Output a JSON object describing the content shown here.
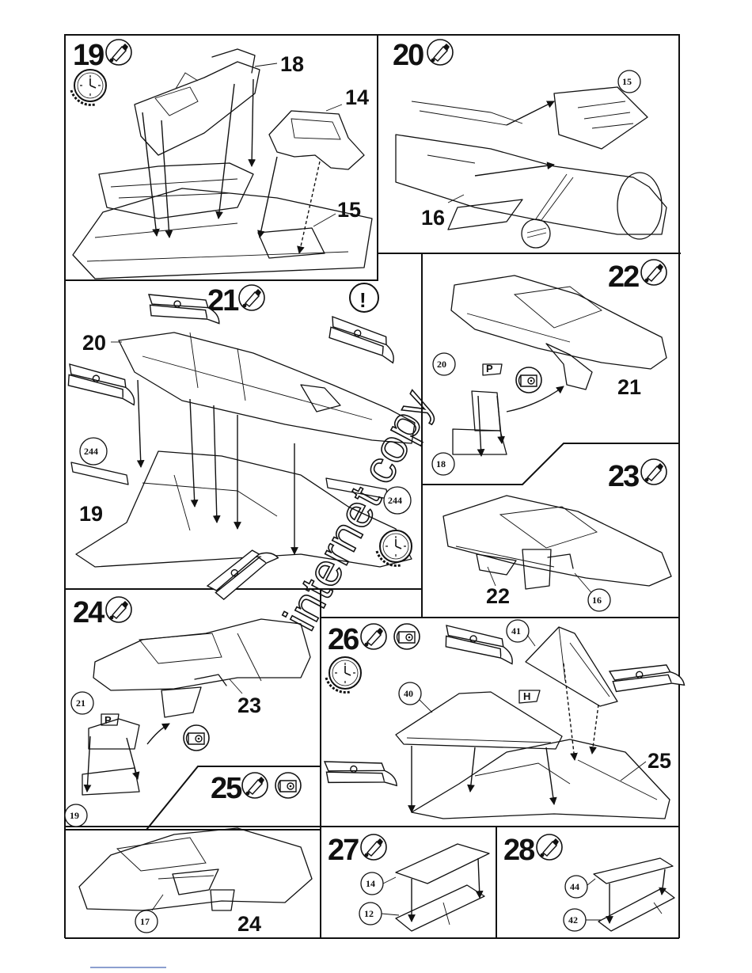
{
  "steps": {
    "s19": {
      "number": "19",
      "parts": {
        "a": "18",
        "b": "14",
        "c": "15"
      }
    },
    "s20": {
      "number": "20",
      "parts": {
        "a": "15",
        "b": "16"
      }
    },
    "s21": {
      "number": "21",
      "parts": {
        "a": "20",
        "b": "244",
        "c": "19",
        "d": "244"
      }
    },
    "s22": {
      "number": "22",
      "parts": {
        "a": "20",
        "b": "21",
        "c": "18"
      },
      "flag": "P"
    },
    "s23": {
      "number": "23",
      "parts": {
        "a": "22",
        "b": "16"
      }
    },
    "s24": {
      "number": "24",
      "parts": {
        "a": "23",
        "b": "21",
        "c": "19"
      },
      "flag": "P"
    },
    "s25": {
      "number": "25",
      "parts": {
        "a": "17",
        "b": "24"
      }
    },
    "s26": {
      "number": "26",
      "parts": {
        "a": "41",
        "b": "40",
        "c": "25"
      },
      "flag": "H"
    },
    "s27": {
      "number": "27",
      "parts": {
        "a": "14",
        "b": "12"
      }
    },
    "s28": {
      "number": "28",
      "parts": {
        "a": "44",
        "b": "42"
      }
    }
  },
  "watermark": "internet copy",
  "icons": [
    "glue-tube-icon",
    "clock-drying-icon",
    "caution-icon",
    "sticker-decal-icon",
    "clothes-peg-clamp"
  ]
}
